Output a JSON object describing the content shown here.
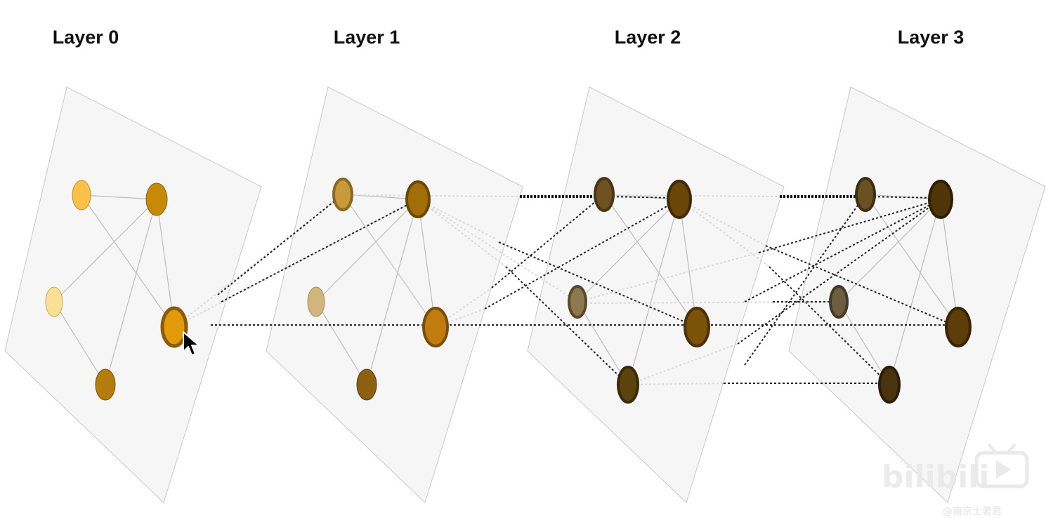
{
  "layers": [
    {
      "title": "Layer 0"
    },
    {
      "title": "Layer 1"
    },
    {
      "title": "Layer 2"
    },
    {
      "title": "Layer 3"
    }
  ],
  "colors": {
    "layer0": [
      "#fbc04a",
      "#c68a08",
      "#fbdf97",
      "#e39a0a",
      "#b37c0c"
    ],
    "layer1": [
      "#c89a3a",
      "#a26e08",
      "#d2b57c",
      "#c07c0e",
      "#8c6010"
    ],
    "layer2": [
      "#6e5220",
      "#6a4608",
      "#8c7a4e",
      "#7a5208",
      "#5c420c"
    ],
    "layer3": [
      "#6a5022",
      "#503508",
      "#6e5e40",
      "#5e3e08",
      "#4a3410"
    ],
    "ring": "#7a5a10"
  },
  "watermark": {
    "brand": "bilibili",
    "caption": "@南京土著君"
  }
}
